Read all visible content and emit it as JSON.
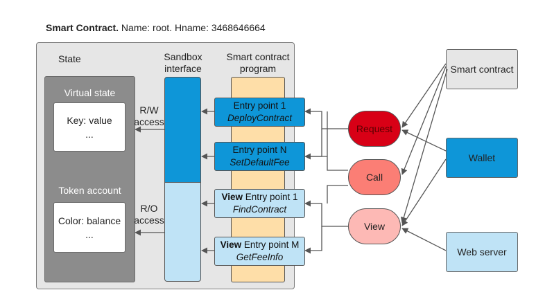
{
  "title": {
    "bold": "Smart Contract.",
    "rest": " Name: root. Hname: 3468646664"
  },
  "state": {
    "label": "State",
    "virtual_state": {
      "label": "Virtual state",
      "line1": "Key: value",
      "line2": "..."
    },
    "token_account": {
      "label": "Token account",
      "line1": "Color: balance",
      "line2": "..."
    }
  },
  "sandbox": {
    "line1": "Sandbox",
    "line2": "interface"
  },
  "program": {
    "line1": "Smart contract",
    "line2": "program"
  },
  "access": {
    "rw": {
      "line1": "R/W",
      "line2": "access"
    },
    "ro": {
      "line1": "R/O",
      "line2": "access"
    }
  },
  "entries": [
    {
      "prefix": "",
      "label": "Entry point 1",
      "fn": "DeployContract"
    },
    {
      "prefix": "",
      "label": "Entry point N",
      "fn": "SetDefaultFee"
    },
    {
      "prefix": "View",
      "label": " Entry point 1",
      "fn": "FindContract"
    },
    {
      "prefix": "View",
      "label": " Entry point M",
      "fn": "GetFeeInfo"
    }
  ],
  "calls": {
    "request": "Request",
    "call": "Call",
    "view": "View"
  },
  "callers": {
    "smart_contract": "Smart contract",
    "wallet": "Wallet",
    "web_server": "Web server"
  },
  "colors": {
    "request": "#d80016",
    "call": "#fb7e75",
    "view": "#fdb9b5",
    "sandbox_rw": "#0e96d8",
    "sandbox_ro": "#bfe3f6",
    "program": "#fedea8",
    "wallet": "#0e96d8",
    "web_server": "#bfe3f6",
    "smart_contract": "#e6e6e6",
    "state_panel": "#8c8c8c"
  }
}
